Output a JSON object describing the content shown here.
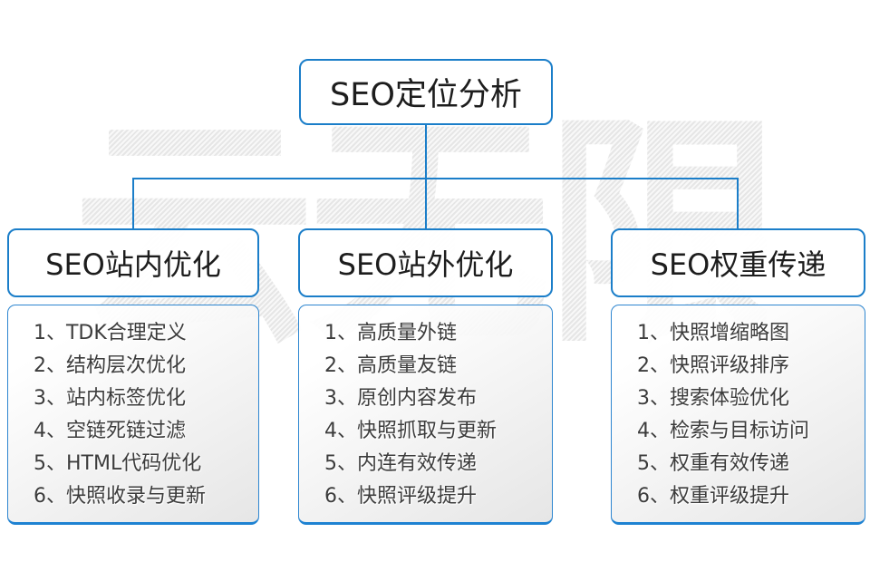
{
  "watermark": "云无限",
  "root": {
    "title": "SEO定位分析"
  },
  "branches": [
    {
      "title": "SEO站内优化",
      "items": [
        "1、TDK合理定义",
        "2、结构层次优化",
        "3、站内标签优化",
        "4、空链死链过滤",
        "5、HTML代码优化",
        "6、快照收录与更新"
      ]
    },
    {
      "title": "SEO站外优化",
      "items": [
        "1、高质量外链",
        "2、高质量友链",
        "3、原创内容发布",
        "4、快照抓取与更新",
        "5、内连有效传递",
        "6、快照评级提升"
      ]
    },
    {
      "title": "SEO权重传递",
      "items": [
        "1、快照增缩略图",
        "2、快照评级排序",
        "3、搜索体验优化",
        "4、检索与目标访问",
        "5、权重有效传递",
        "6、权重评级提升"
      ]
    }
  ],
  "colors": {
    "accent_blue": "#1b7ec9",
    "panel_border_blue": "#2e86d0",
    "panel_bottom_blue": "#1e82d2",
    "panel_gray": "#e4e4e4",
    "watermark_gray": "#ededed",
    "text_dark": "#1d1d1d",
    "text_item": "#3c3c3c"
  }
}
